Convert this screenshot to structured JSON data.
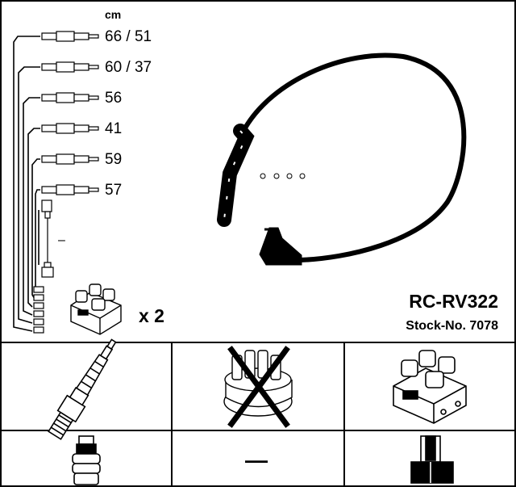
{
  "diagram": {
    "unit": "cm",
    "lengths": [
      "66 / 51",
      "60 / 37",
      "56",
      "41",
      "59",
      "57"
    ],
    "single_wire_dash": "–",
    "multiplier": "x 2",
    "model": "RC-RV322",
    "stock": "Stock-No. 7078"
  },
  "components": [
    {
      "name": "spark-plug",
      "included": true
    },
    {
      "name": "distributor-cap",
      "included": false
    },
    {
      "name": "ignition-coil",
      "included": true
    },
    {
      "name": "plug-boot",
      "included": true
    },
    {
      "name": "not-applicable",
      "value": "—"
    },
    {
      "name": "connector-terminal",
      "included": true
    }
  ]
}
